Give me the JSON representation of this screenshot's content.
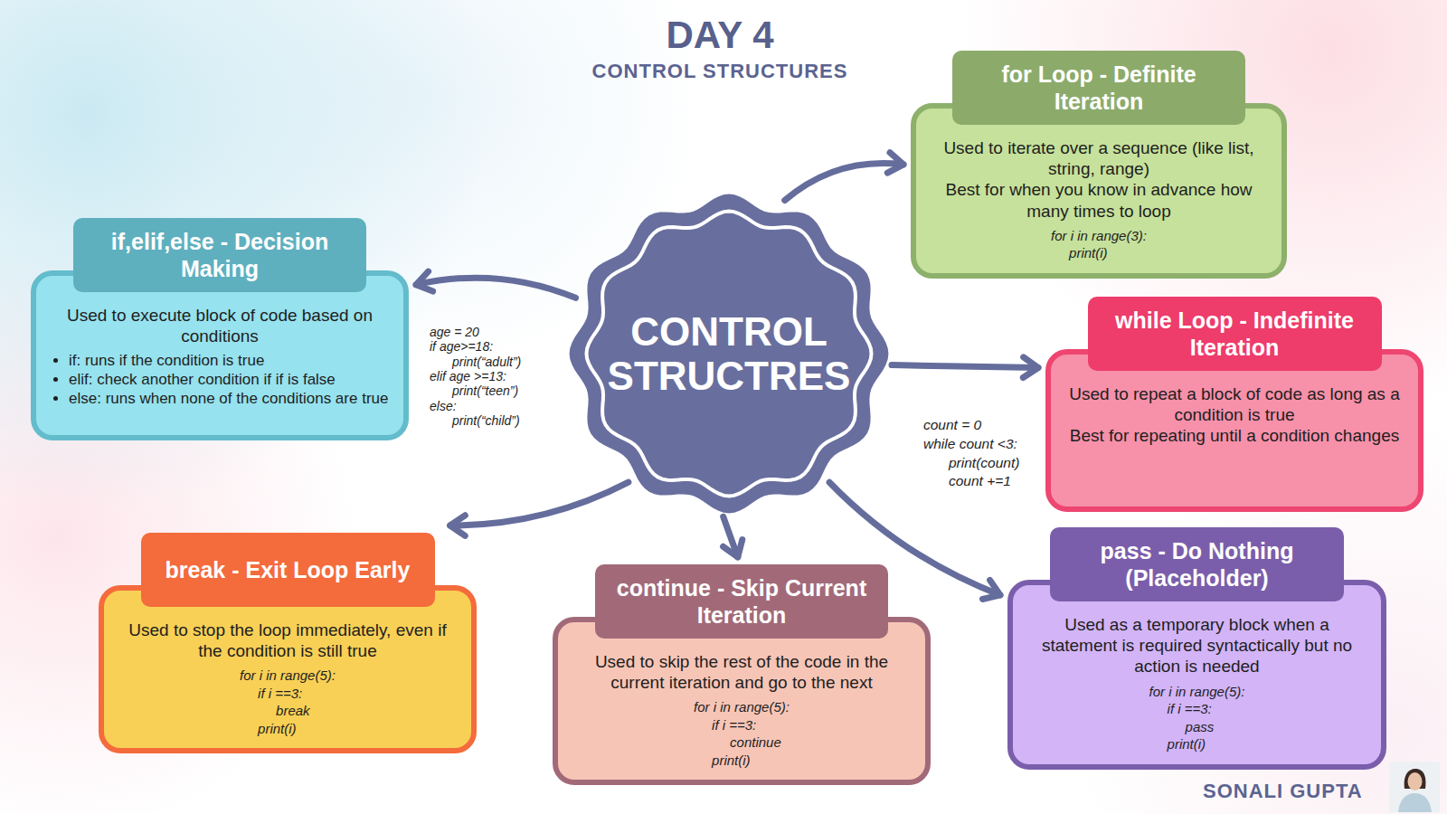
{
  "diagram": {
    "title": "DAY 4",
    "nodes": [
      {
        "text": [
          "CONTROL STRUCTRES"
        ]
      },
      {
        "text": [
          "for Loop - Definite Iteration",
          "Used to iterate over a sequence (like list, string, range)",
          "Best for when you know in advance how many times to loop",
          "for i in range(3):",
          "print(i)"
        ]
      },
      {
        "text": [
          "if,elif,else - Decision Making",
          "Used to execute block of code based on conditions",
          "if: runs if the condition is true",
          "elif: check another condition if if is false",
          "else: runs when none of the conditions are true"
        ]
      },
      {
        "text": [
          "while Loop - Indefinite Iteration",
          "Used to repeat a block of code as long as a condition is true",
          "Best for repeating until a condition changes"
        ]
      },
      {
        "text": [
          "break - Exit Loop Early",
          "Used to stop the loop immediately, even if the condition is still true",
          "for i in range(5):",
          "if i ==3:",
          "break",
          "print(i)"
        ]
      },
      {
        "text": [
          "continue - Skip Current Iteration",
          "Used to skip the rest of the code in the current iteration and go to the next",
          "for i in range(5):",
          "if i ==3:",
          "continue",
          "print(i)"
        ]
      },
      {
        "text": [
          "pass - Do Nothing (Placeholder)",
          "Used as a temporary block when a statement is required syntactically but no action is needed",
          "for i in range(5):",
          "if i ==3:",
          "pass",
          "print(i)"
        ]
      }
    ],
    "edges": [
      {
        "from": 0,
        "to": 1,
        "arrow": "to"
      },
      {
        "from": 0,
        "to": 2,
        "arrow": "to"
      },
      {
        "from": 0,
        "to": 3,
        "arrow": "to"
      },
      {
        "from": 0,
        "to": 4,
        "arrow": "to"
      },
      {
        "from": 0,
        "to": 5,
        "arrow": "to"
      },
      {
        "from": 0,
        "to": 6,
        "arrow": "to"
      }
    ],
    "labels": [
      "CONTROL STRUCTURES",
      "age = 20",
      "if age>=18:",
      "print(“adult”)",
      "elif age >=13:",
      "print(“teen”)",
      "else:",
      "print(“child”)",
      "count = 0",
      "while count <3:",
      "print(count)",
      "count +=1",
      "SONALI GUPTA"
    ]
  }
}
